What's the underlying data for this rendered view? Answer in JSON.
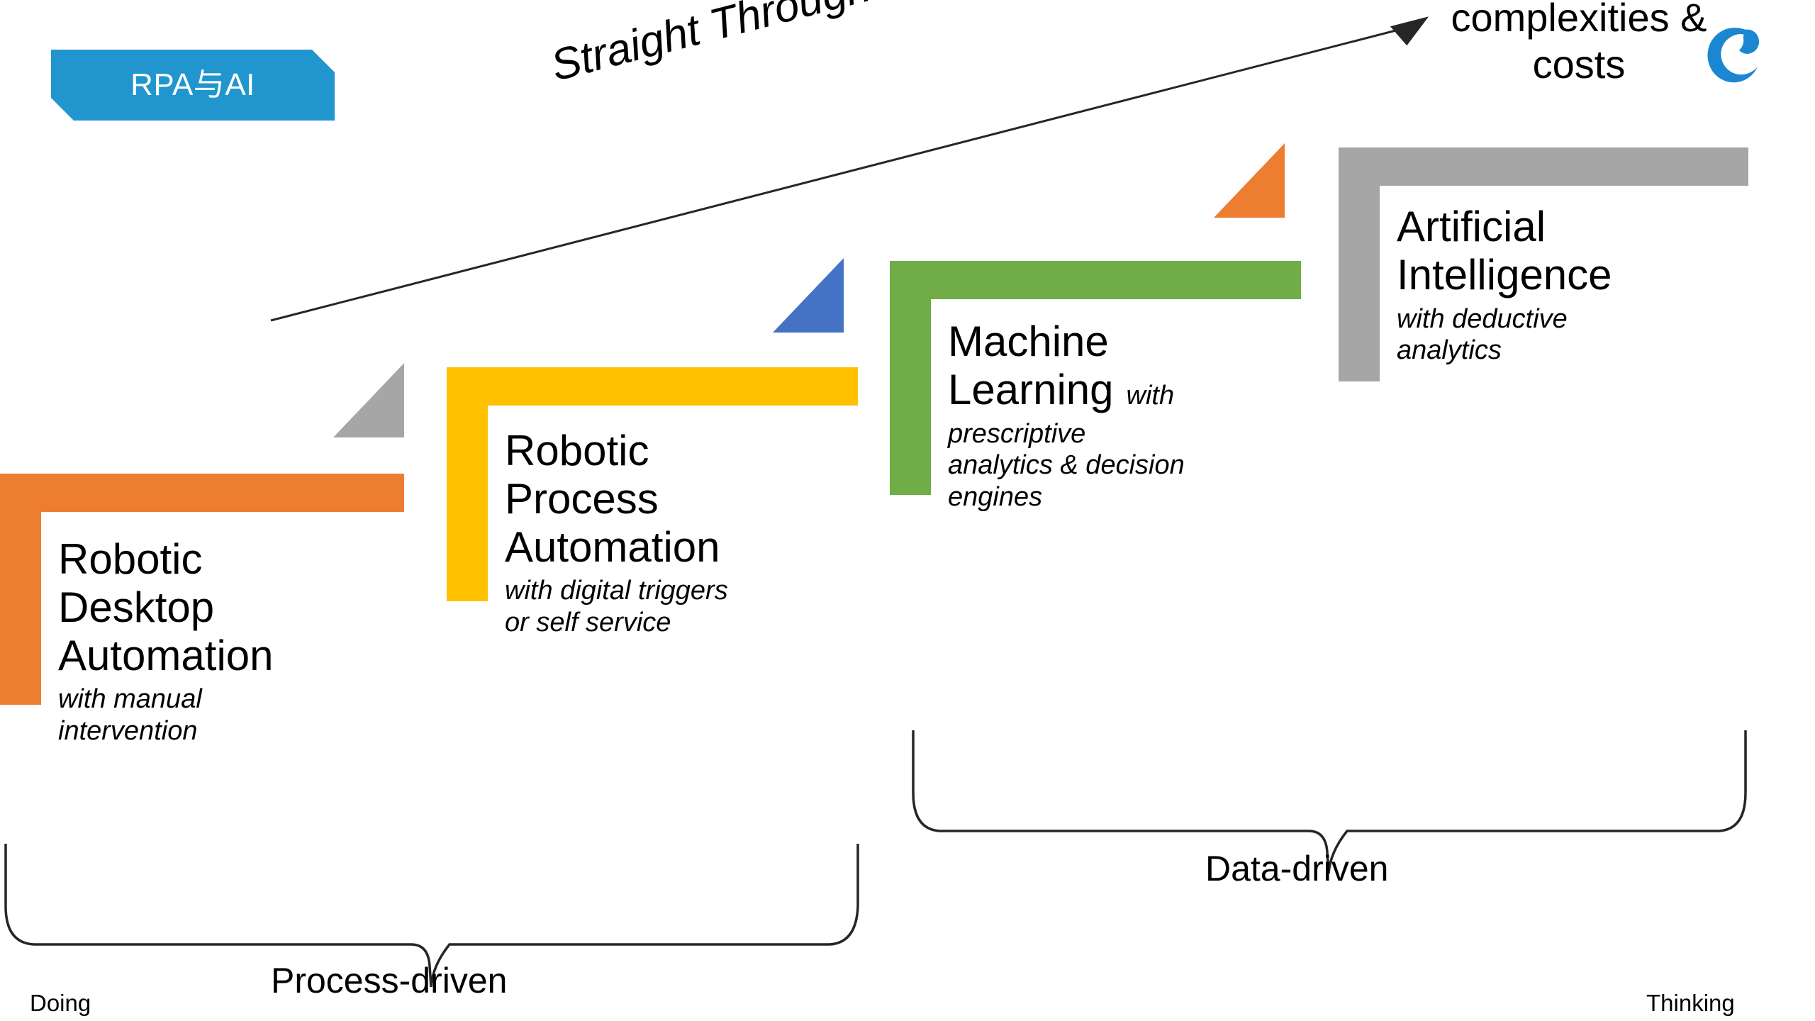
{
  "badge": {
    "label": "RPA与AI",
    "color": "#2196CE",
    "text_color": "#ffffff"
  },
  "arrow": {
    "label": "Straight Through Processing",
    "end_label": "complexities &\ncosts",
    "color": "#000000"
  },
  "logo": {
    "name": "crescent-logo",
    "color": "#1B87D2"
  },
  "steps": [
    {
      "id": "robotic-desktop-automation",
      "title": "Robotic\nDesktop\nAutomation",
      "subtitle": "with manual\nintervention",
      "color": "#ED7D31"
    },
    {
      "id": "robotic-process-automation",
      "title": "Robotic\nProcess\nAutomation",
      "subtitle": "with digital triggers\nor self service",
      "color": "#FFC000"
    },
    {
      "id": "machine-learning",
      "title": "Machine\nLearning",
      "title_inline_suffix": "with",
      "subtitle": "prescriptive\nanalytics & decision\nengines",
      "color": "#70AD47"
    },
    {
      "id": "artificial-intelligence",
      "title": "Artificial\nIntelligence",
      "subtitle": "with deductive\nanalytics",
      "color": "#A6A6A6"
    }
  ],
  "risers": [
    {
      "id": "riser-gray",
      "color": "#A6A6A6"
    },
    {
      "id": "riser-blue",
      "color": "#4472C4"
    },
    {
      "id": "riser-orange",
      "color": "#ED7D31"
    }
  ],
  "groups": [
    {
      "id": "process-driven",
      "label": "Process-driven"
    },
    {
      "id": "data-driven",
      "label": "Data-driven"
    }
  ],
  "axis": {
    "left": "Doing",
    "right": "Thinking"
  }
}
